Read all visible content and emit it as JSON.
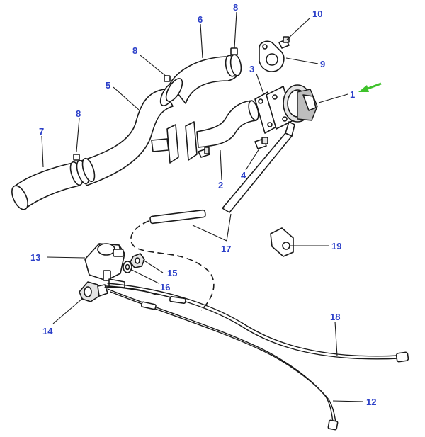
{
  "colors": {
    "callout": "#2a3ec8",
    "arrow": "#3fc22c",
    "line": "#1a1a1a"
  },
  "callouts": [
    {
      "id": "c1",
      "label": "1"
    },
    {
      "id": "c2",
      "label": "2"
    },
    {
      "id": "c3",
      "label": "3"
    },
    {
      "id": "c4",
      "label": "4"
    },
    {
      "id": "c5",
      "label": "5"
    },
    {
      "id": "c6",
      "label": "6"
    },
    {
      "id": "c7",
      "label": "7"
    },
    {
      "id": "c8a",
      "label": "8"
    },
    {
      "id": "c8b",
      "label": "8"
    },
    {
      "id": "c8c",
      "label": "8"
    },
    {
      "id": "c9",
      "label": "9"
    },
    {
      "id": "c10",
      "label": "10"
    },
    {
      "id": "c12",
      "label": "12"
    },
    {
      "id": "c13",
      "label": "13"
    },
    {
      "id": "c14",
      "label": "14"
    },
    {
      "id": "c15",
      "label": "15"
    },
    {
      "id": "c16",
      "label": "16"
    },
    {
      "id": "c17",
      "label": "17"
    },
    {
      "id": "c18",
      "label": "18"
    },
    {
      "id": "c19",
      "label": "19"
    }
  ]
}
